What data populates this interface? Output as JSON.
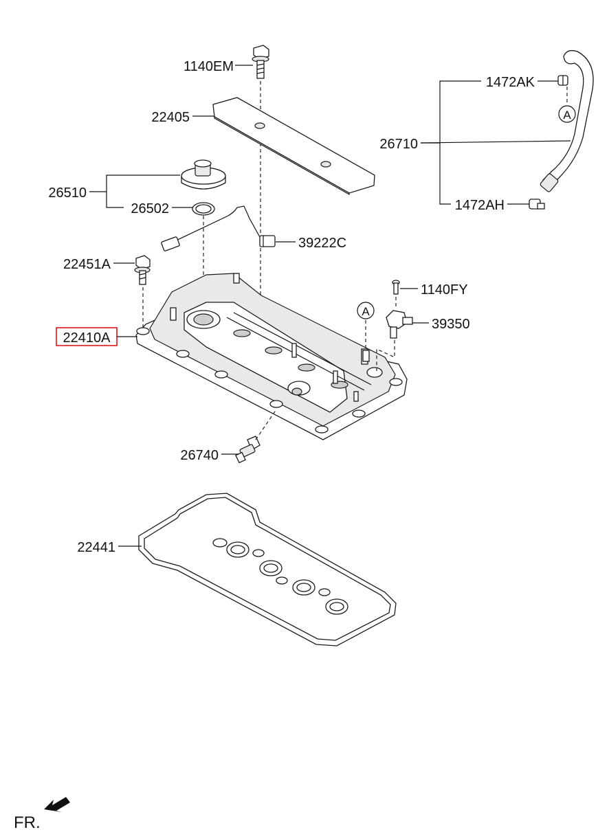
{
  "diagram": {
    "callouts": [
      {
        "id": "p1140em",
        "text": "1140EM"
      },
      {
        "id": "p22405",
        "text": "22405"
      },
      {
        "id": "p26510",
        "text": "26510"
      },
      {
        "id": "p26502",
        "text": "26502"
      },
      {
        "id": "p39222c",
        "text": "39222C"
      },
      {
        "id": "p22451a",
        "text": "22451A"
      },
      {
        "id": "p22410a",
        "text": "22410A",
        "highlighted": true
      },
      {
        "id": "p1140fy",
        "text": "1140FY"
      },
      {
        "id": "p39350",
        "text": "39350"
      },
      {
        "id": "p26740",
        "text": "26740"
      },
      {
        "id": "p22441",
        "text": "22441"
      },
      {
        "id": "p1472ak",
        "text": "1472AK"
      },
      {
        "id": "p26710",
        "text": "26710"
      },
      {
        "id": "p1472ah",
        "text": "1472AH"
      }
    ],
    "reference_markers": [
      "A",
      "A"
    ],
    "direction_label": "FR.",
    "highlight_color": "#e0141c"
  }
}
